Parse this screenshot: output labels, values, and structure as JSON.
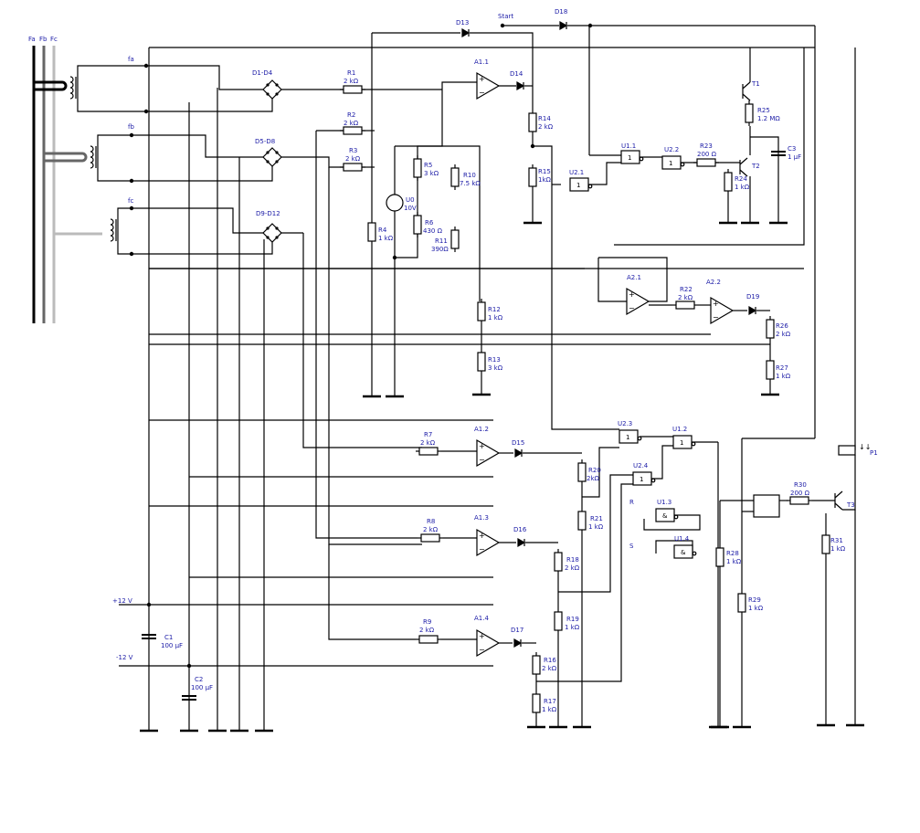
{
  "colors": {
    "wire": "#000000",
    "label": "#1a1aa6",
    "bus_a": "#000000",
    "bus_b": "#666666",
    "bus_c": "#bbbbbb"
  },
  "buses": {
    "a": "Fa",
    "b": "Fb",
    "c": "Fc"
  },
  "phases": {
    "a": "fa",
    "b": "fb",
    "c": "fc"
  },
  "bridges": {
    "b1": "D1-D4",
    "b2": "D5-D8",
    "b3": "D9-D12"
  },
  "supply": {
    "pos": "+12 V",
    "neg": "-12 V"
  },
  "start_label": "Start",
  "source": {
    "name": "U0",
    "value": "10V"
  },
  "diodes": {
    "d13": "D13",
    "d14": "D14",
    "d15": "D15",
    "d16": "D16",
    "d17": "D17",
    "d18": "D18",
    "d19": "D19"
  },
  "opamps": {
    "a11": "A1.1",
    "a12": "A1.2",
    "a13": "A1.3",
    "a14": "A1.4",
    "a21": "A2.1",
    "a22": "A2.2"
  },
  "gates": {
    "u11": "U1.1",
    "u12": "U1.2",
    "u13": "U1.3",
    "u14": "U1.4",
    "u21": "U2.1",
    "u22": "U2.2",
    "u23": "U2.3",
    "u24": "U2.4",
    "one": "1",
    "amp": "&"
  },
  "rs": {
    "r": "R",
    "s": "S"
  },
  "transistors": {
    "t1": "T1",
    "t2": "T2",
    "t3": "T3"
  },
  "relay": "P1",
  "resistors": {
    "r1": {
      "name": "R1",
      "value": "2 kΩ"
    },
    "r2": {
      "name": "R2",
      "value": "2 kΩ"
    },
    "r3": {
      "name": "R3",
      "value": "2 kΩ"
    },
    "r4": {
      "name": "R4",
      "value": "1 kΩ"
    },
    "r5": {
      "name": "R5",
      "value": "3 kΩ"
    },
    "r6": {
      "name": "R6",
      "value": "430 Ω"
    },
    "r7": {
      "name": "R7",
      "value": "2 kΩ"
    },
    "r8": {
      "name": "R8",
      "value": "2 kΩ"
    },
    "r9": {
      "name": "R9",
      "value": "2 kΩ"
    },
    "r10": {
      "name": "R10",
      "value": "7.5 kΩ"
    },
    "r11": {
      "name": "R11",
      "value": "390Ω"
    },
    "r12": {
      "name": "R12",
      "value": "1 kΩ"
    },
    "r13": {
      "name": "R13",
      "value": "3 kΩ"
    },
    "r14": {
      "name": "R14",
      "value": "2 kΩ"
    },
    "r15": {
      "name": "R15",
      "value": "1kΩ"
    },
    "r16": {
      "name": "R16",
      "value": "2 kΩ"
    },
    "r17": {
      "name": "R17",
      "value": "1 kΩ"
    },
    "r18": {
      "name": "R18",
      "value": "2 kΩ"
    },
    "r19": {
      "name": "R19",
      "value": "1 kΩ"
    },
    "r20": {
      "name": "R20",
      "value": "2kΩ"
    },
    "r21": {
      "name": "R21",
      "value": "1 kΩ"
    },
    "r22": {
      "name": "R22",
      "value": "2 kΩ"
    },
    "r23": {
      "name": "R23",
      "value": "200 Ω"
    },
    "r24": {
      "name": "R24",
      "value": "1 kΩ"
    },
    "r25": {
      "name": "R25",
      "value": "1.2 MΩ"
    },
    "r26": {
      "name": "R26",
      "value": "2 kΩ"
    },
    "r27": {
      "name": "R27",
      "value": "1 kΩ"
    },
    "r28": {
      "name": "R28",
      "value": "1 kΩ"
    },
    "r29": {
      "name": "R29",
      "value": "1 kΩ"
    },
    "r30": {
      "name": "R30",
      "value": "200 Ω"
    },
    "r31": {
      "name": "R31",
      "value": "1 kΩ"
    }
  },
  "capacitors": {
    "c1": {
      "name": "C1",
      "value": "100 μF"
    },
    "c2": {
      "name": "C2",
      "value": "100 μF"
    },
    "c3": {
      "name": "C3",
      "value": "1 μF"
    }
  }
}
